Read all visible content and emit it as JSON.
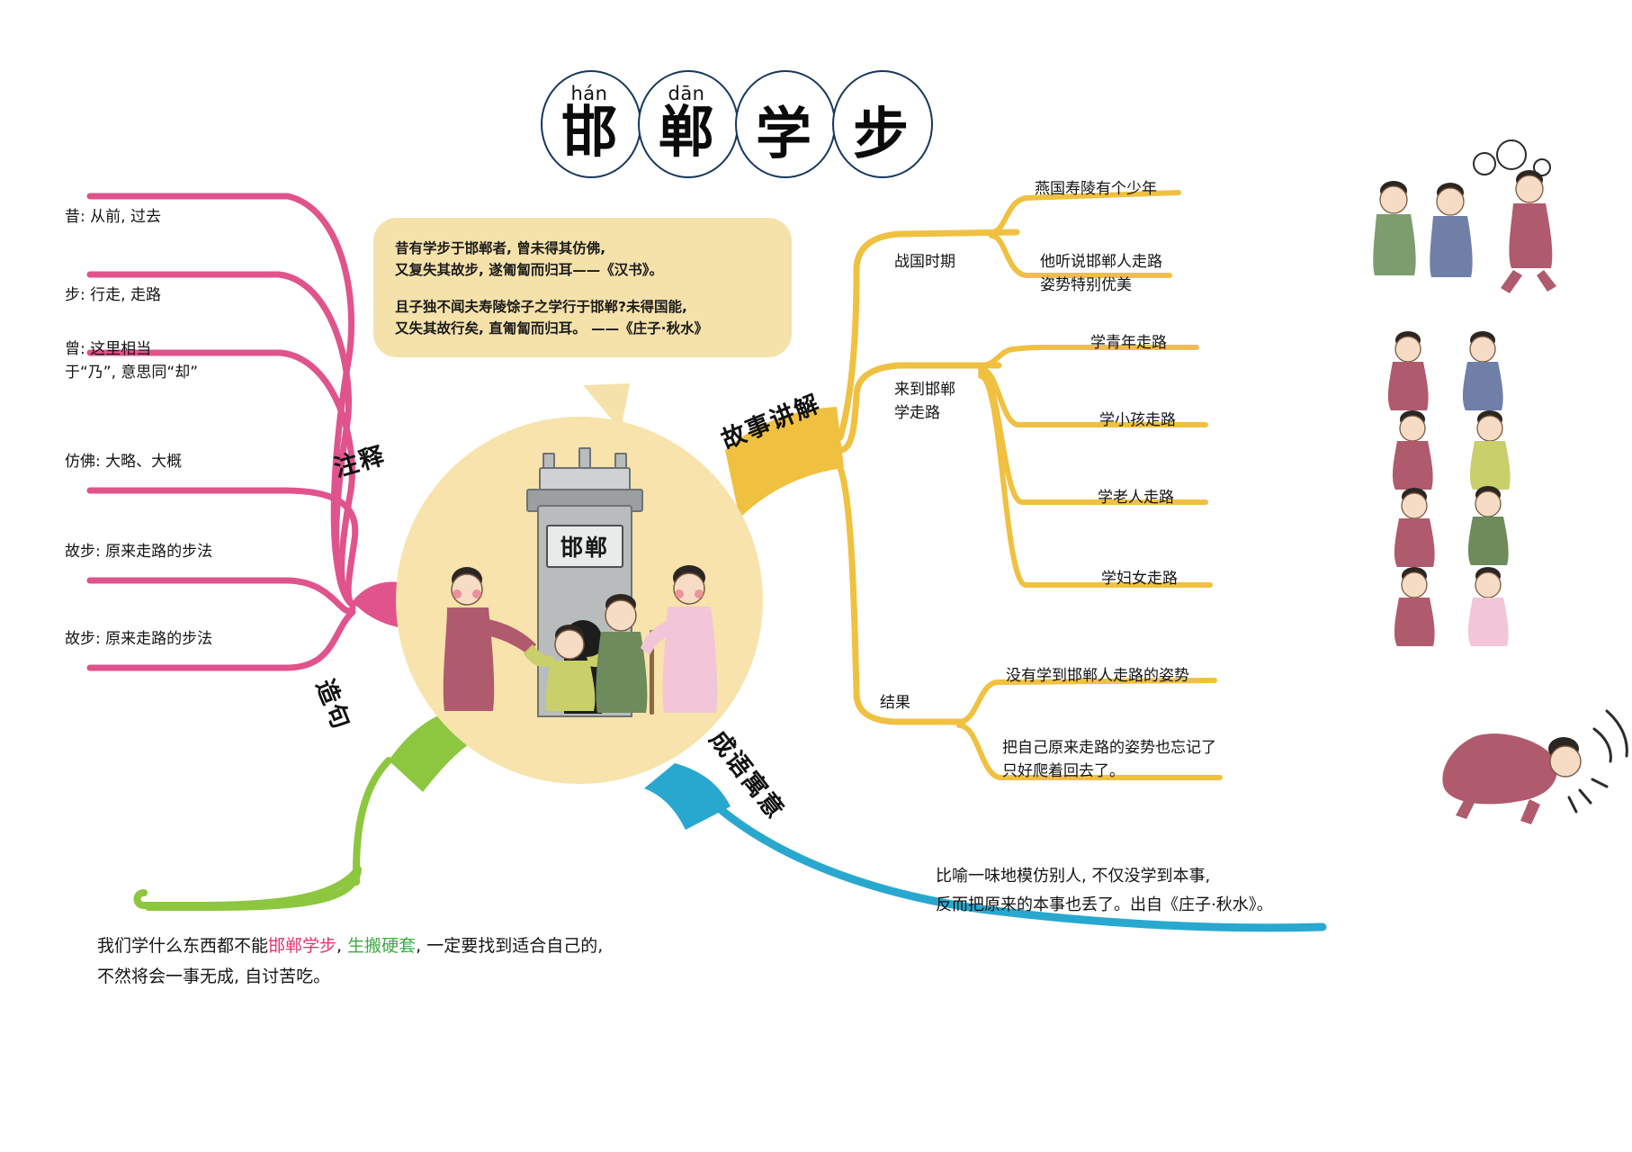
{
  "title": {
    "characters": [
      {
        "pinyin": "hán",
        "han": "邯"
      },
      {
        "pinyin": "dān",
        "han": "郸"
      },
      {
        "pinyin": "",
        "han": "学"
      },
      {
        "pinyin": "",
        "han": "步"
      }
    ],
    "full": "邯郸学步"
  },
  "center": {
    "gate_plaque": "邯郸"
  },
  "quote_bubble": {
    "paragraph1": "昔有学步于邯郸者, 曾未得其仿佛,\n又复失其故步, 遂匍匐而归耳——《汉书》。",
    "paragraph2": "且子独不闻夫寿陵馀子之学行于邯郸?未得国能,\n又失其故行矣, 直匍匐而归耳。 ——《庄子·秋水》"
  },
  "branches": {
    "zhushi": {
      "label": "注释",
      "color": "#e0538c",
      "items": [
        "昔: 从前, 过去",
        "步: 行走, 走路",
        "曾: 这里相当\n于“乃”, 意思同“却”",
        "仿佛: 大略、大概",
        "故步: 原来走路的步法",
        "故步: 原来走路的步法"
      ]
    },
    "gushi": {
      "label": "故事讲解",
      "color": "#f0c040",
      "groups": [
        {
          "name": "战国时期",
          "items": [
            "燕国寿陵有个少年",
            "他听说邯郸人走路\n姿势特别优美"
          ]
        },
        {
          "name": "来到邯郸\n学走路",
          "items": [
            "学青年走路",
            "学小孩走路",
            "学老人走路",
            "学妇女走路"
          ]
        },
        {
          "name": "结果",
          "items": [
            "没有学到邯郸人走路的姿势",
            "把自己原来走路的姿势也忘记了\n只好爬着回去了。"
          ]
        }
      ]
    },
    "zaoju": {
      "label": "造句",
      "color": "#8dc63f",
      "sentence": {
        "prefix": "我们学什么东西都不能",
        "hl1": "邯郸学步",
        "mid": ", ",
        "hl2": "生搬硬套",
        "suffix": ", 一定要找到适合自己的,\n不然将会一事无成, 自讨苦吃。"
      }
    },
    "chengyu": {
      "label": "成语寓意",
      "color": "#29a8cf",
      "text": "比喻一味地模仿别人, 不仅没学到本事,\n反而把原来的本事也丢了。出自《庄子·秋水》。"
    }
  },
  "colors": {
    "pink": "#e0538c",
    "yellow": "#f0c040",
    "green": "#8dc63f",
    "blue": "#29a8cf",
    "center_fill": "#f7e3ab",
    "bubble_fill": "#f5e2ab",
    "outline": "#17375e"
  }
}
